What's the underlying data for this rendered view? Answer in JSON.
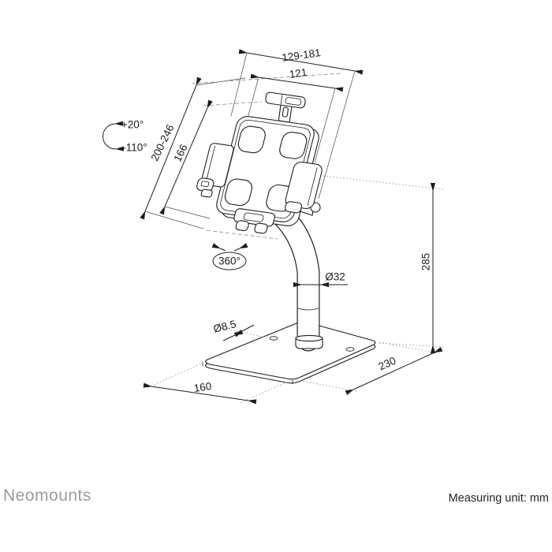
{
  "colors": {
    "line": "#1f1f1f",
    "construction": "#9a9a9a",
    "brand_gray": "#9b9b9b"
  },
  "footer": {
    "brand": "Neomounts",
    "measuring_unit": "Measuring unit: mm"
  },
  "dims": {
    "width_range": "129-181",
    "inner_width": "121",
    "height_range": "200-246",
    "inner_height": "166",
    "tilt_up": "+20°",
    "tilt_down": "-110°",
    "rotation": "360°",
    "pole_diameter": "Ø32",
    "hole_diameter": "Ø8.5",
    "stand_height": "285",
    "base_depth": "230",
    "base_width": "160"
  }
}
